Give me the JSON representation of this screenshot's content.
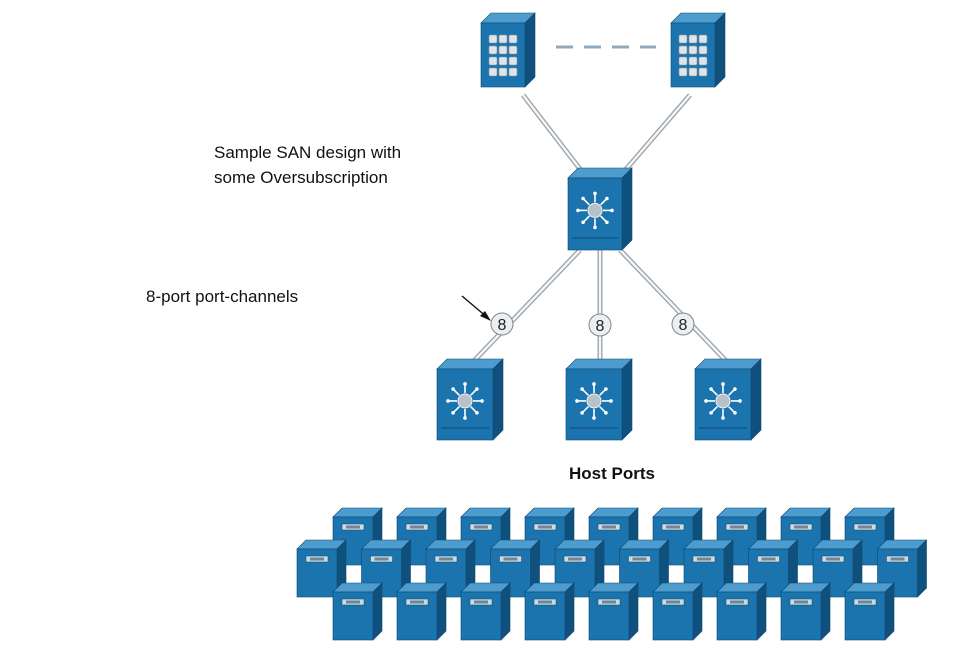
{
  "caption": {
    "line1": "Sample SAN design with",
    "line2": "some Oversubscription"
  },
  "port_channel_label": "8-port port-channels",
  "host_ports_label": "Host Ports",
  "link_badges": [
    "8",
    "8",
    "8"
  ],
  "colors": {
    "device_front": "#1b74ad",
    "device_top": "#4d9ccd",
    "device_side": "#10507c",
    "link": "#c8ced3",
    "badge_fill": "#eceff1"
  },
  "icons": {
    "storage": "storage-array-icon",
    "core_switch": "mds-director-switch-icon",
    "edge_switch": "mds-edge-switch-icon",
    "host": "server-tower-icon"
  }
}
